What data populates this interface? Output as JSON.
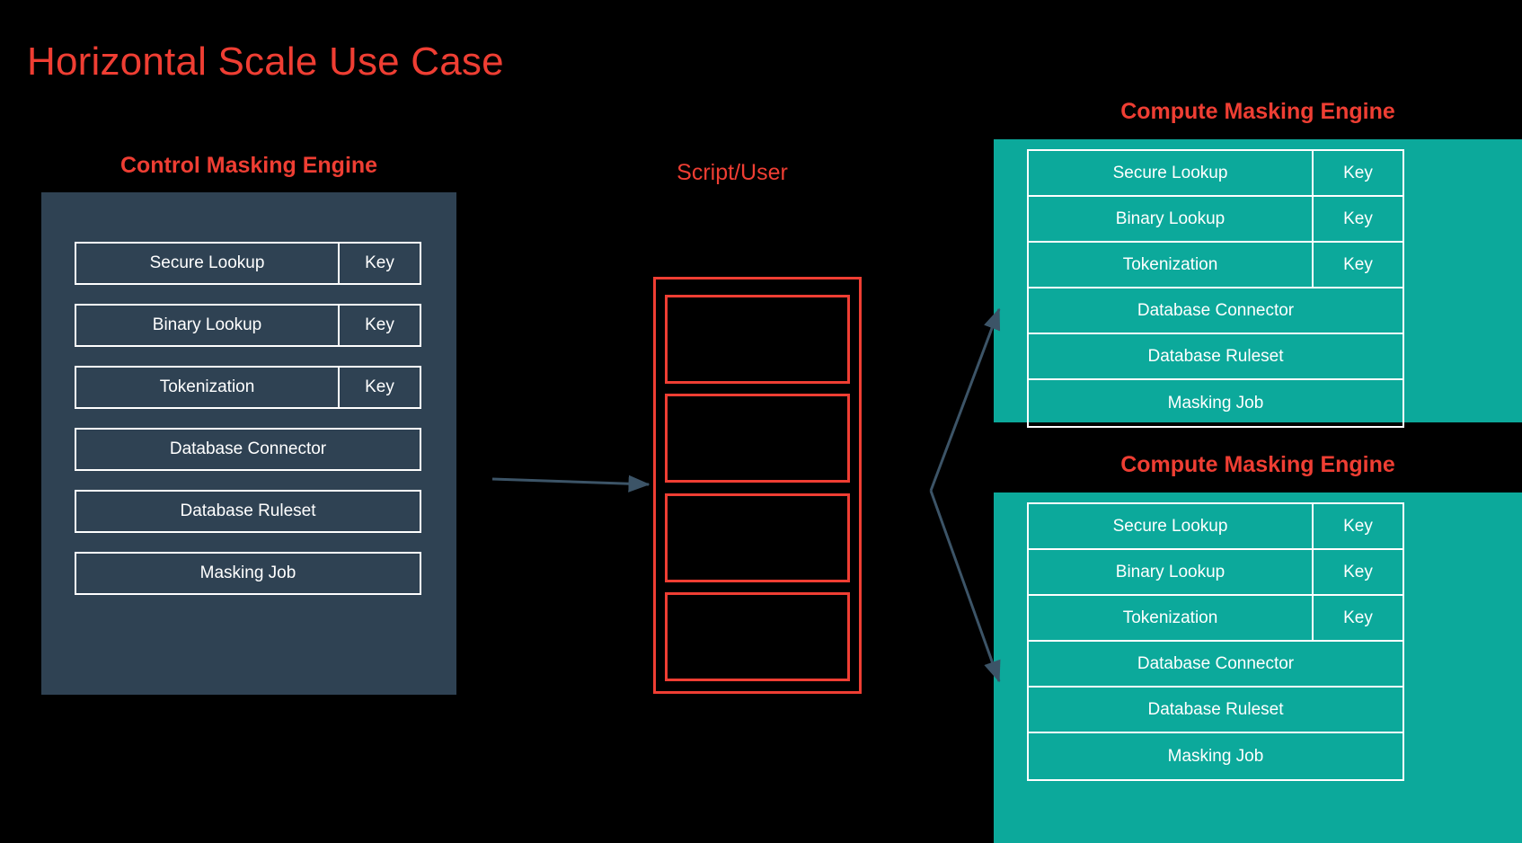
{
  "page": {
    "title": "Horizontal Scale Use Case",
    "background_color": "#000000",
    "accent_red": "#ef3e33",
    "panel_slate": "#2f4253",
    "panel_teal": "#0ca99b",
    "arrow_color": "#3c5467"
  },
  "control_engine": {
    "heading": "Control Masking Engine",
    "rows": [
      {
        "label": "Secure Lookup",
        "key": "Key"
      },
      {
        "label": "Binary Lookup",
        "key": "Key"
      },
      {
        "label": "Tokenization",
        "key": "Key"
      },
      {
        "label": "Database Connector",
        "key": ""
      },
      {
        "label": "Database Ruleset",
        "key": ""
      },
      {
        "label": "Masking Job",
        "key": ""
      }
    ]
  },
  "script_user": {
    "heading": "Script/User",
    "boxes": [
      {
        "label": ""
      },
      {
        "label": ""
      },
      {
        "label": ""
      },
      {
        "label": ""
      }
    ]
  },
  "compute_engines": [
    {
      "heading": "Compute Masking Engine",
      "rows": [
        {
          "label": "Secure Lookup",
          "key": "Key"
        },
        {
          "label": "Binary Lookup",
          "key": "Key"
        },
        {
          "label": "Tokenization",
          "key": "Key"
        },
        {
          "label": "Database Connector",
          "key": ""
        },
        {
          "label": "Database Ruleset",
          "key": ""
        },
        {
          "label": "Masking Job",
          "key": ""
        }
      ]
    },
    {
      "heading": "Compute Masking Engine",
      "rows": [
        {
          "label": "Secure Lookup",
          "key": "Key"
        },
        {
          "label": "Binary Lookup",
          "key": "Key"
        },
        {
          "label": "Tokenization",
          "key": "Key"
        },
        {
          "label": "Database Connector",
          "key": ""
        },
        {
          "label": "Database Ruleset",
          "key": ""
        },
        {
          "label": "Masking Job",
          "key": ""
        }
      ]
    }
  ],
  "connectors": [
    {
      "name": "control-to-script",
      "from": "Control Masking Engine",
      "to": "Script/User"
    },
    {
      "name": "script-to-compute-top",
      "from": "Script/User",
      "to": "Compute Masking Engine"
    },
    {
      "name": "script-to-compute-bottom",
      "from": "Script/User",
      "to": "Compute Masking Engine"
    }
  ]
}
